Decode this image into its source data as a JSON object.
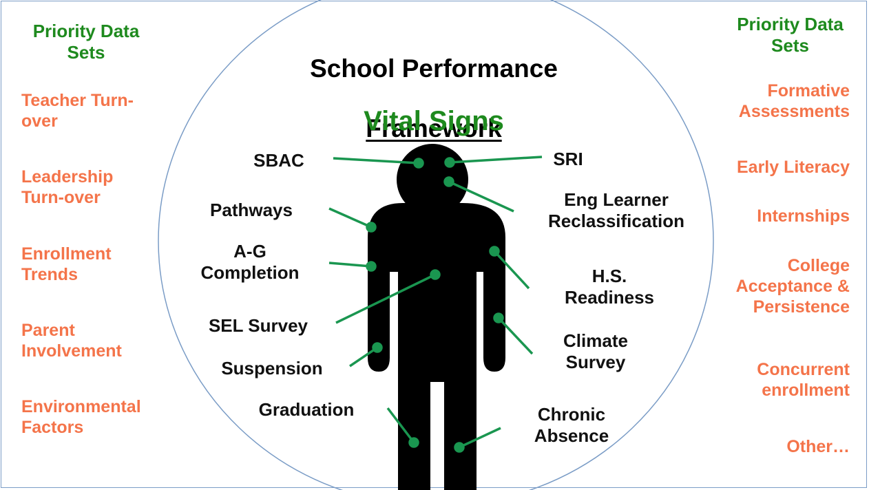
{
  "title": {
    "line1": "School Performance",
    "line2": "Framework",
    "subtitle": "Vital Signs"
  },
  "left_panel": {
    "heading": "Priority Data\nSets",
    "items": [
      "Teacher Turn-\nover",
      "Leadership\nTurn-over",
      "Enrollment\nTrends",
      "Parent\nInvolvement",
      "Environmental\nFactors"
    ]
  },
  "right_panel": {
    "heading": "Priority Data\nSets",
    "items": [
      "Formative\nAssessments",
      "Early Literacy",
      "Internships",
      "College\nAcceptance &\nPersistence",
      "Concurrent\nenrollment",
      "Other…"
    ]
  },
  "vital_signs": {
    "sbac": "SBAC",
    "sri": "SRI",
    "pathways": "Pathways",
    "eng_learner": "Eng Learner\nReclassification",
    "ag": "A-G\nCompletion",
    "hs_readiness": "H.S.\nReadiness",
    "sel": "SEL Survey",
    "climate": "Climate\nSurvey",
    "suspension": "Suspension",
    "graduation": "Graduation",
    "chronic": "Chronic\nAbsence"
  },
  "colors": {
    "side_text": "#f4744a",
    "heading_green": "#1e8a1e",
    "connector_green": "#1a9650",
    "circle": "#7a9cc6",
    "figure": "#000000"
  }
}
